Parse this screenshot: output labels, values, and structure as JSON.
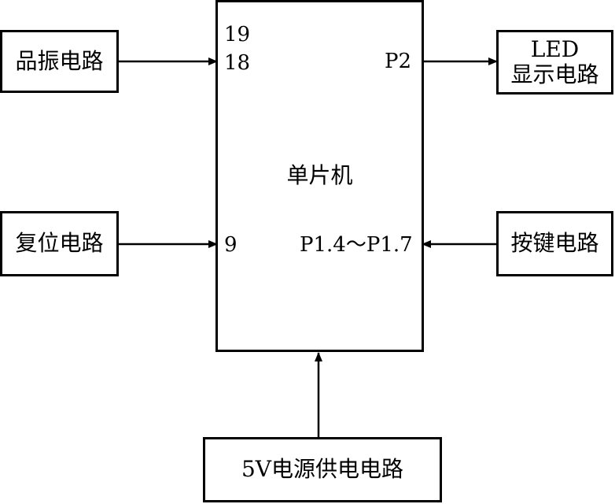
{
  "mcu": {
    "label": "单片机",
    "pins": {
      "pin19": "19",
      "pin18": "18",
      "p2": "P2",
      "pin9": "9",
      "p1": "P1.4～P1.7"
    }
  },
  "blocks": {
    "oscillator": "品振电路",
    "reset": "复位电路",
    "led_line1": "LED",
    "led_line2": "显示电路",
    "keypad": "按键电路",
    "power": "5V电源供电电路"
  },
  "colors": {
    "stroke": "#000000",
    "background": "#ffffff"
  }
}
